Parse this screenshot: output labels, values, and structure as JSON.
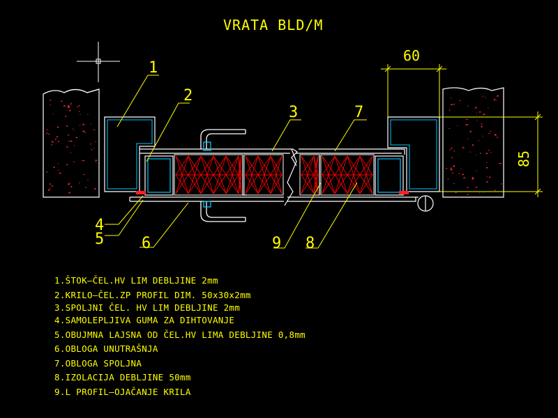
{
  "drawing": {
    "title": "VRATA BLD/M",
    "dimensions": {
      "top": "60",
      "right": "85"
    },
    "callouts": [
      "1",
      "2",
      "3",
      "7",
      "4",
      "5",
      "6",
      "9",
      "8"
    ],
    "legend": [
      "1.ŠTOK–ČEL.HV LIM DEBLJINE 2mm",
      "2.KRILO–ČEL.ZP PROFIL DIM. 50x30x2mm",
      "3.SPOLJNI ČEL. HV LIM DEBLJINE 2mm",
      "4.SAMOLEPLJIVA GUMA ZA DIHTOVANJE",
      "5.OBUJMNA LAJSNA OD ČEL.HV LIMA DEBLJINE 0,8mm",
      "6.OBLOGA UNUTRAŠNJA",
      "7.OBLOGA SPOLJNA",
      "8.IZOLACIJA DEBLJINE 50mm",
      "9.L PROFIL–OJAČANJE KRILA"
    ]
  },
  "colors": {
    "background": "#000000",
    "text": "#ffff00",
    "outline": "#ffffff",
    "wall_hatch": "#ff3030",
    "insulation": "#ff0000",
    "frame": "#00c8ff",
    "seal": "#ff2020"
  }
}
